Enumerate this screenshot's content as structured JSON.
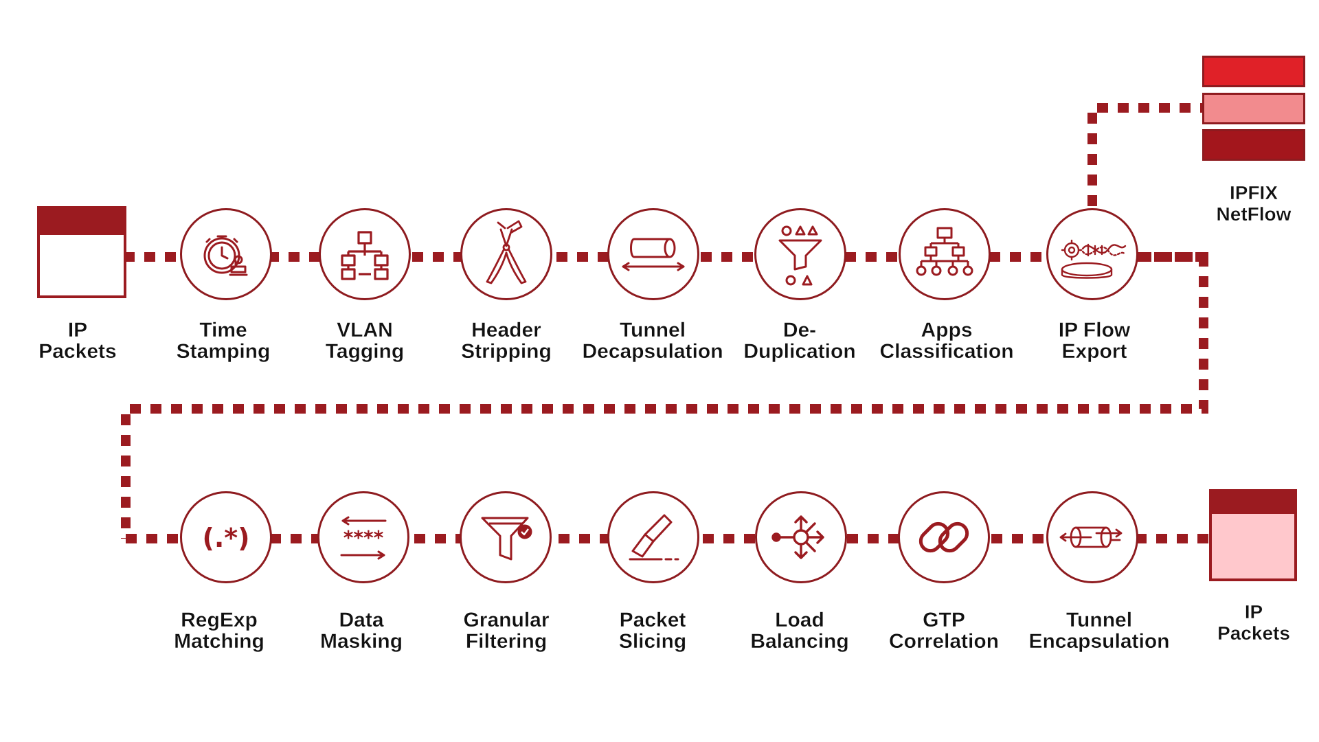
{
  "colors": {
    "primary": "#9b1b20",
    "bright_red": "#e02128",
    "light_red": "#f28b8e",
    "dark_red": "#a3161c",
    "pale_pink": "#ffc8cc"
  },
  "input": {
    "label_1": "IP",
    "label_2": "Packets"
  },
  "export": {
    "label_1": "IPFIX",
    "label_2": "NetFlow"
  },
  "output": {
    "label_1": "IP",
    "label_2": "Packets"
  },
  "row1": [
    {
      "line1": "Time",
      "line2": "Stamping",
      "icon": "stopwatch-stamp-icon"
    },
    {
      "line1": "VLAN",
      "line2": "Tagging",
      "icon": "network-hierarchy-icon"
    },
    {
      "line1": "Header",
      "line2": "Stripping",
      "icon": "pliers-icon"
    },
    {
      "line1": "Tunnel",
      "line2": "Decapsulation",
      "icon": "tunnel-decap-icon"
    },
    {
      "line1": "De-",
      "line2": "Duplication",
      "icon": "funnel-shapes-icon"
    },
    {
      "line1": "Apps",
      "line2": "Classification",
      "icon": "org-chart-icon"
    },
    {
      "line1": "IP Flow",
      "line2": "Export",
      "icon": "flow-export-icon"
    }
  ],
  "row2": [
    {
      "line1": "RegExp",
      "line2": "Matching",
      "icon": "regex-icon",
      "glyph": "(.*)"
    },
    {
      "line1": "Data",
      "line2": "Masking",
      "icon": "data-masking-icon",
      "glyph": "****"
    },
    {
      "line1": "Granular",
      "line2": "Filtering",
      "icon": "filter-check-icon"
    },
    {
      "line1": "Packet",
      "line2": "Slicing",
      "icon": "blade-icon"
    },
    {
      "line1": "Load",
      "line2": "Balancing",
      "icon": "load-balance-icon"
    },
    {
      "line1": "GTP",
      "line2": "Correlation",
      "icon": "chain-link-icon"
    },
    {
      "line1": "Tunnel",
      "line2": "Encapsulation",
      "icon": "tunnel-encap-icon"
    }
  ]
}
